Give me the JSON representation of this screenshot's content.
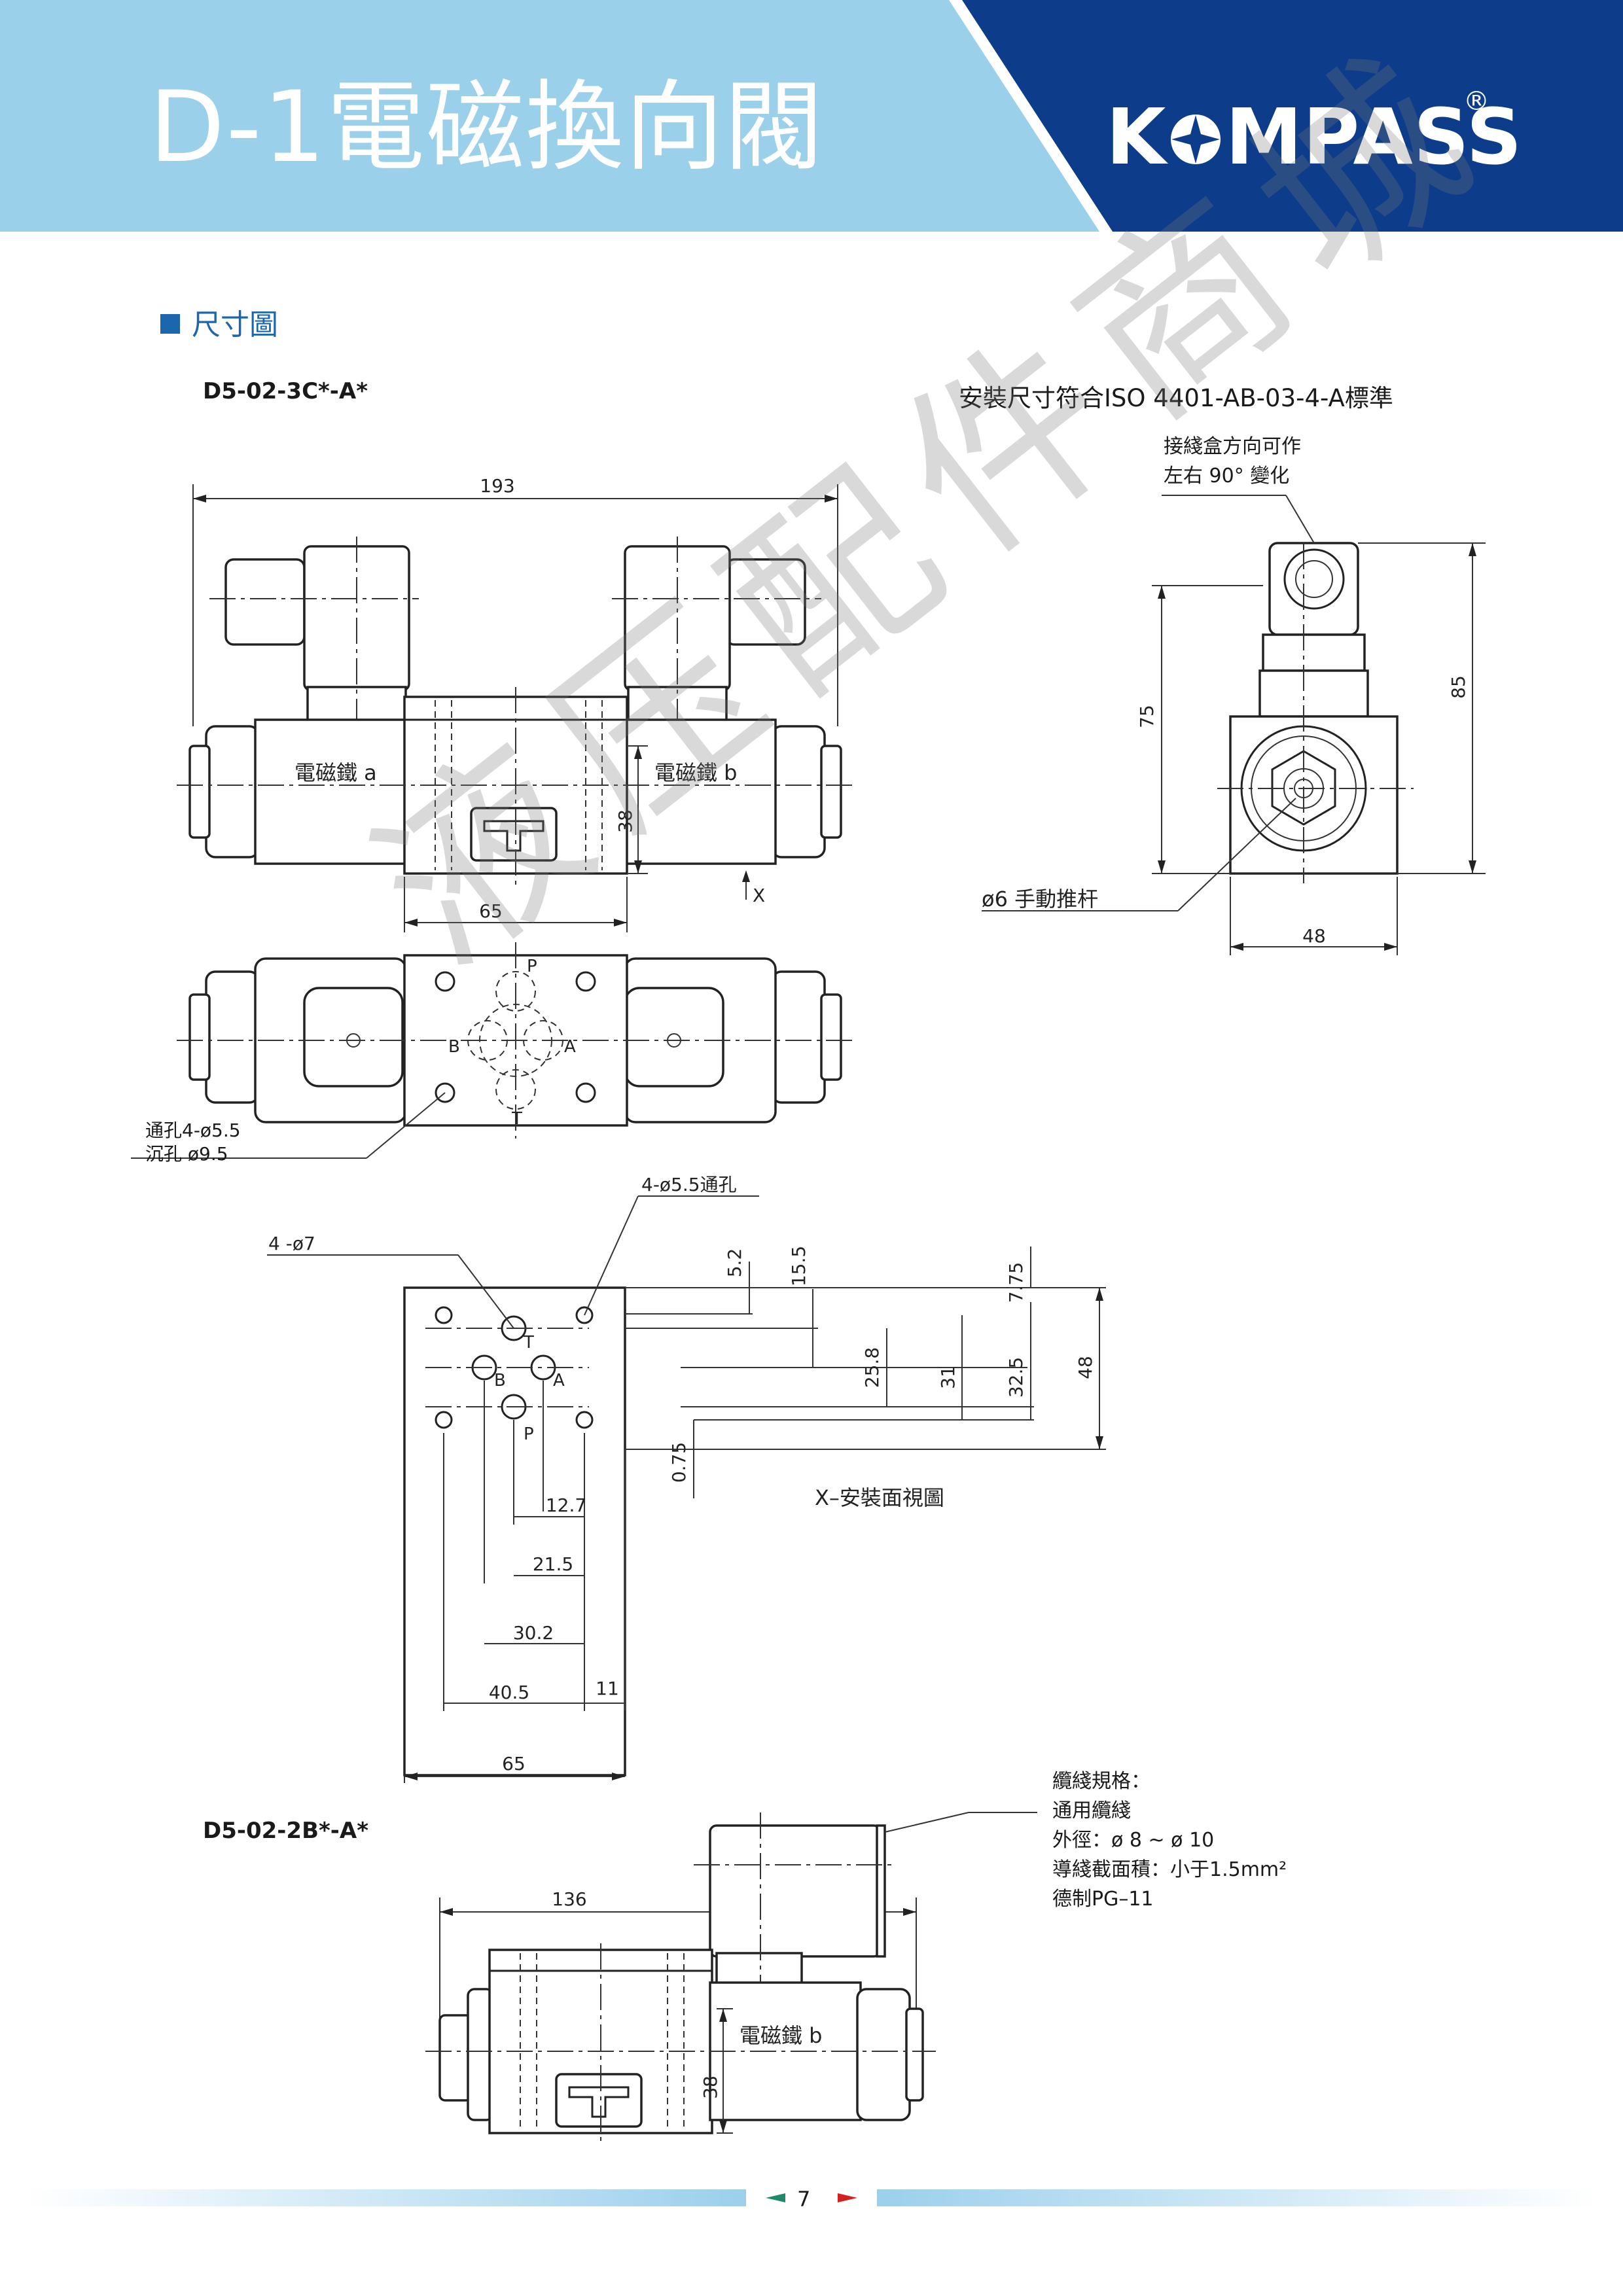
{
  "header": {
    "title": "D-1電磁換向閥",
    "brand": "K MPASS",
    "brand_reg": "®",
    "colors": {
      "light_band": "#9bd0eb",
      "dark_band": "#0d3d8a"
    }
  },
  "section": {
    "title": "尺寸圖"
  },
  "models": {
    "top": "D5-02-3C*-A*",
    "bottom": "D5-02-2B*-A*"
  },
  "standard_note": "安裝尺寸符合ISO 4401-AB-03-4-A標準",
  "top_view": {
    "dims": {
      "overall": "193",
      "height": "38",
      "body_width": "65"
    },
    "solenoid_a": "電磁鐵 a",
    "solenoid_b": "電磁鐵 b",
    "view_mark": "X"
  },
  "side_view": {
    "junction_note_1": "接綫盒方向可作",
    "junction_note_2": "左右 90°  變化",
    "dims": {
      "h75": "75",
      "h85": "85",
      "w48": "48"
    },
    "manual_pin": "ø6 手動推杆"
  },
  "plan_view": {
    "ports": {
      "p": "P",
      "t": "T",
      "a": "A",
      "b": "B"
    },
    "hole_note_1": "通孔4-ø5.5",
    "hole_note_2": "沉孔  ø9.5"
  },
  "mounting_face": {
    "holes_through": "4-ø5.5通孔",
    "holes_4": "4 -ø7",
    "ports": {
      "p": "P",
      "t": "T",
      "a": "A",
      "b": "B"
    },
    "dims": {
      "d5_2": "5.2",
      "d15_5": "15.5",
      "d7_75": "7.75",
      "d25_8": "25.8",
      "d31": "31",
      "d32_5": "32.5",
      "d48": "48",
      "d0_75": "0.75",
      "d12_7": "12.7",
      "d21_5": "21.5",
      "d30_2": "30.2",
      "d40_5": "40.5",
      "d11": "11",
      "d65": "65"
    },
    "caption": "X–安裝面視圖"
  },
  "cable_spec": {
    "line1": "纜綫規格：",
    "line2": "通用纜綫",
    "line3": "外徑：ø 8 ~ ø 10",
    "line4": "導綫截面積：小于1.5mm²",
    "line5": "德制PG–11"
  },
  "bottom_view": {
    "dims": {
      "overall": "136",
      "height": "38"
    },
    "solenoid_b": "電磁鐵 b"
  },
  "watermark": "液压配件商城",
  "footer": {
    "page_number": "7"
  }
}
